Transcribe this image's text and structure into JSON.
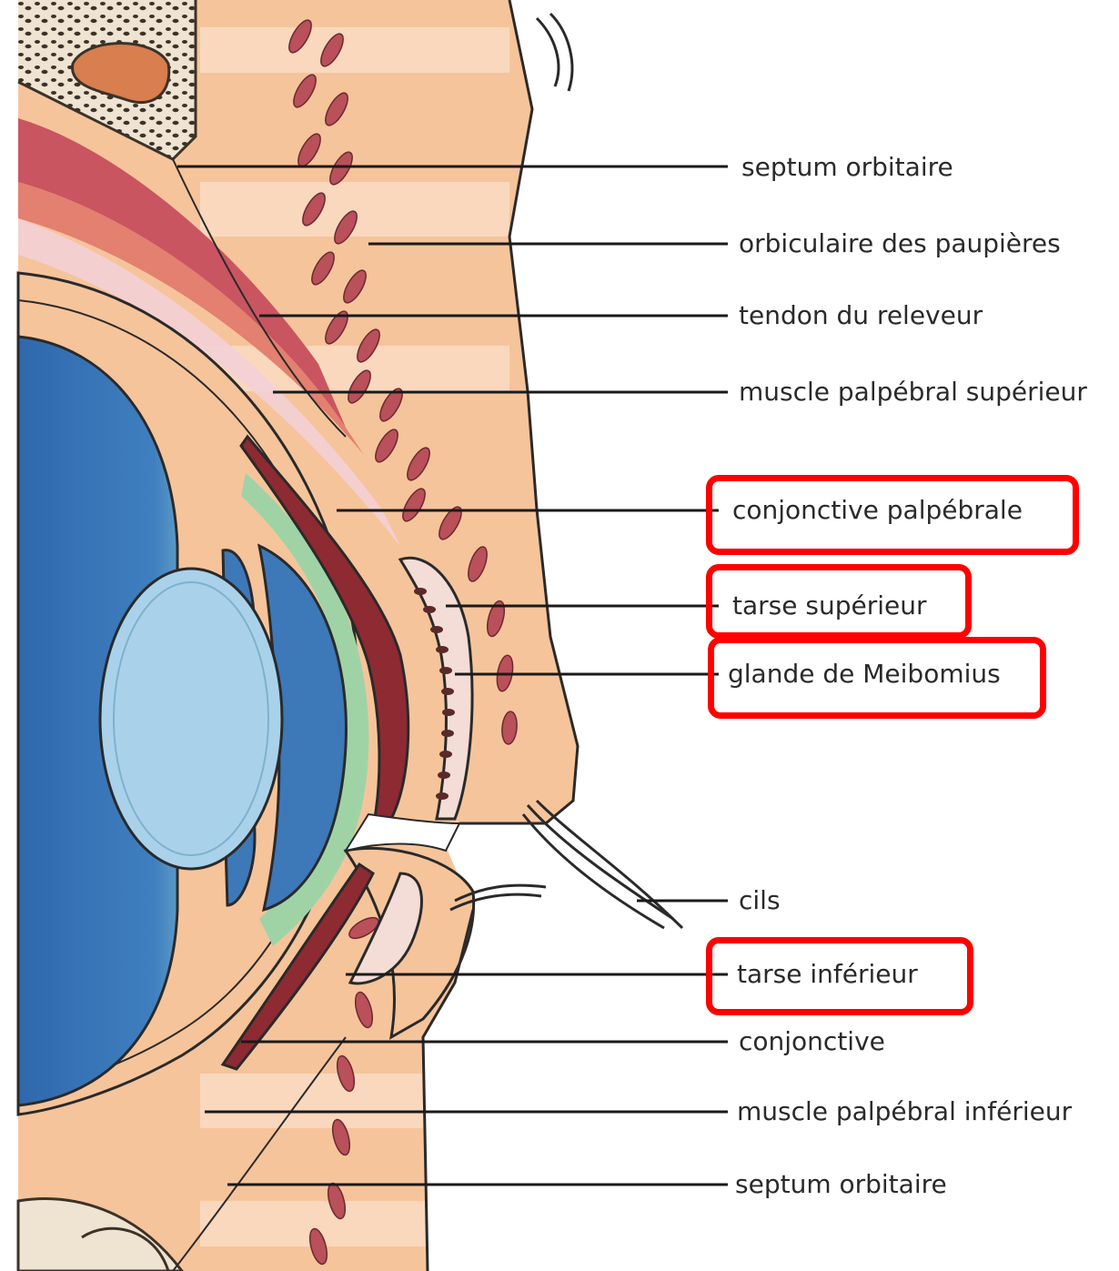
{
  "diagram": {
    "labels": [
      {
        "id": "septum-orbitaire-top",
        "text": "septum orbitaire"
      },
      {
        "id": "orbiculaire",
        "text": "orbiculaire des paupières"
      },
      {
        "id": "tendon-releveur",
        "text": "tendon du releveur"
      },
      {
        "id": "muscle-palpebral-superieur",
        "text": "muscle palpébral supérieur"
      },
      {
        "id": "conjonctive-palpebrale",
        "text": "conjonctive palpébrale",
        "highlighted": true
      },
      {
        "id": "tarse-superieur",
        "text": "tarse supérieur",
        "highlighted": true
      },
      {
        "id": "glande-meibomius",
        "text": "glande de Meibomius",
        "highlighted": true
      },
      {
        "id": "cils",
        "text": "cils"
      },
      {
        "id": "tarse-inferieur",
        "text": "tarse inférieur",
        "highlighted": true
      },
      {
        "id": "conjonctive",
        "text": "conjonctive"
      },
      {
        "id": "muscle-palpebral-inferieur",
        "text": "muscle palpébral inférieur"
      },
      {
        "id": "septum-orbitaire-bottom",
        "text": "septum orbitaire"
      }
    ],
    "colors": {
      "skin": "#f6c49b",
      "skin_dark": "#e9a877",
      "muscle": "#b9505a",
      "muscle_dark": "#8e2a32",
      "eye_blue": "#3d78b8",
      "lens": "#a9d2ea",
      "cornea_green": "#9fd3a6",
      "bone_pattern": "#6b5a4a",
      "highlight": "#ff0000"
    }
  }
}
